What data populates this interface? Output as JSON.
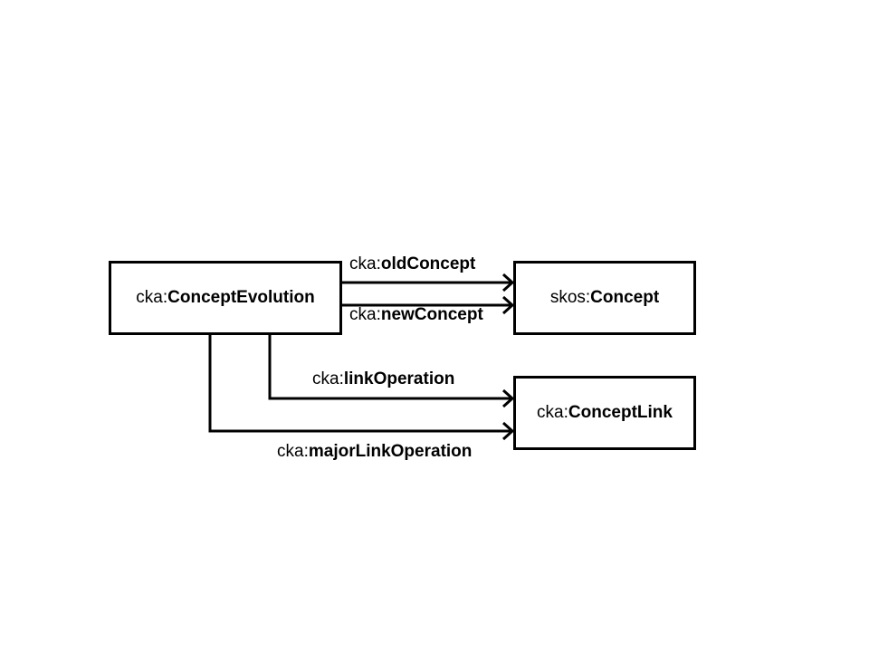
{
  "nodes": {
    "concept_evolution": {
      "prefix": "cka:",
      "name": "ConceptEvolution"
    },
    "skos_concept": {
      "prefix": "skos:",
      "name": "Concept"
    },
    "concept_link": {
      "prefix": "cka:",
      "name": "ConceptLink"
    }
  },
  "edges": {
    "old_concept": {
      "prefix": "cka:",
      "name": "oldConcept"
    },
    "new_concept": {
      "prefix": "cka:",
      "name": "newConcept"
    },
    "link_operation": {
      "prefix": "cka:",
      "name": "linkOperation"
    },
    "major_link_operation": {
      "prefix": "cka:",
      "name": "majorLinkOperation"
    }
  }
}
